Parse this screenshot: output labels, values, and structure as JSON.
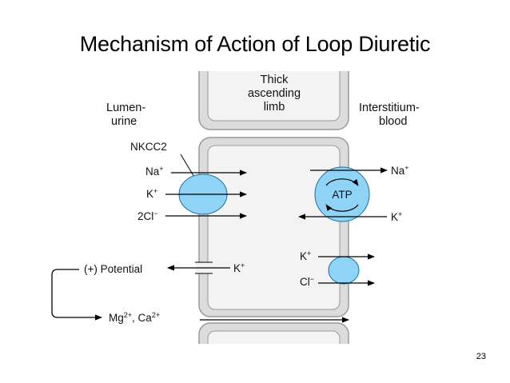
{
  "slide": {
    "title": "Mechanism of Action of Loop Diuretic",
    "number": "23"
  },
  "diagram": {
    "segment_label": [
      "Thick",
      "ascending",
      "limb"
    ],
    "lumen_label": [
      "Lumen-",
      "urine"
    ],
    "interstitium_label": [
      "Interstitium-",
      "blood"
    ],
    "transporter_label": "NKCC2",
    "apical": {
      "na": "Na",
      "na_sup": "+",
      "k": "K",
      "k_sup": "+",
      "cl": "2Cl",
      "cl_sup": "−"
    },
    "basolateral": {
      "na": "Na",
      "na_sup": "+",
      "k": "K",
      "k_sup": "+",
      "pump": "ATP",
      "channel_k": "K",
      "channel_k_sup": "+",
      "channel_cl": "Cl",
      "channel_cl_sup": "−"
    },
    "potential": {
      "label": "(+) Potential",
      "k": "K",
      "k_sup": "+"
    },
    "divalent": {
      "mg": "Mg",
      "mg_sup": "2+",
      "sep": ", ",
      "ca": "Ca",
      "ca_sup": "2+"
    },
    "colors": {
      "transporter_fill": "#8fd3f7",
      "cell_fill": "#dcdcdc",
      "cell_stroke": "#9a9a9a",
      "membrane_fill": "#f3f3f3"
    }
  }
}
